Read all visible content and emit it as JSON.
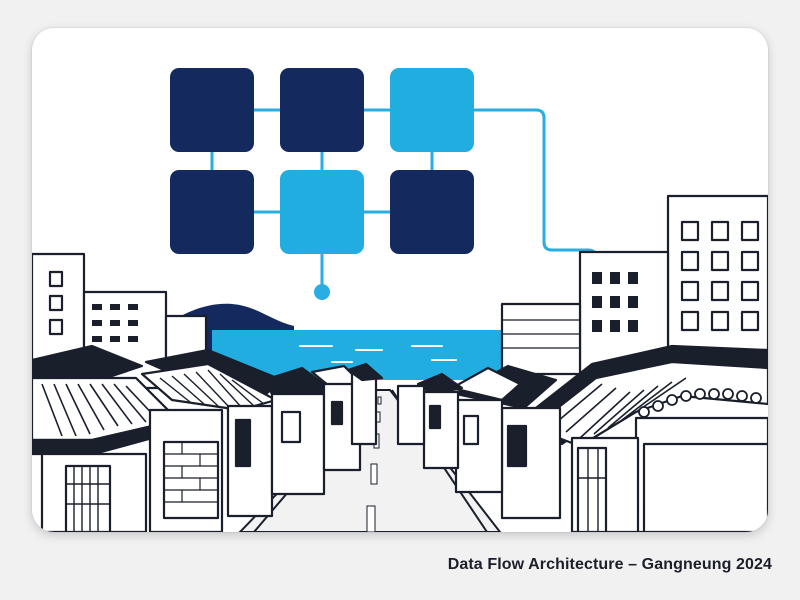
{
  "caption": "Data Flow Architecture – Gangneung 2024",
  "colors": {
    "node_dark": "#14295e",
    "node_light": "#22ade0",
    "connector": "#29aee3",
    "sea": "#22ade0",
    "ink": "#1a1f2c",
    "hill": "#14295e"
  },
  "diagram": {
    "grid": {
      "rows": 2,
      "cols": 3
    },
    "nodes": [
      {
        "row": 0,
        "col": 0,
        "tone": "dark"
      },
      {
        "row": 0,
        "col": 1,
        "tone": "dark"
      },
      {
        "row": 0,
        "col": 2,
        "tone": "light"
      },
      {
        "row": 1,
        "col": 0,
        "tone": "dark"
      },
      {
        "row": 1,
        "col": 1,
        "tone": "light"
      },
      {
        "row": 1,
        "col": 2,
        "tone": "dark"
      }
    ]
  },
  "scene": "street-perspective-illustration"
}
